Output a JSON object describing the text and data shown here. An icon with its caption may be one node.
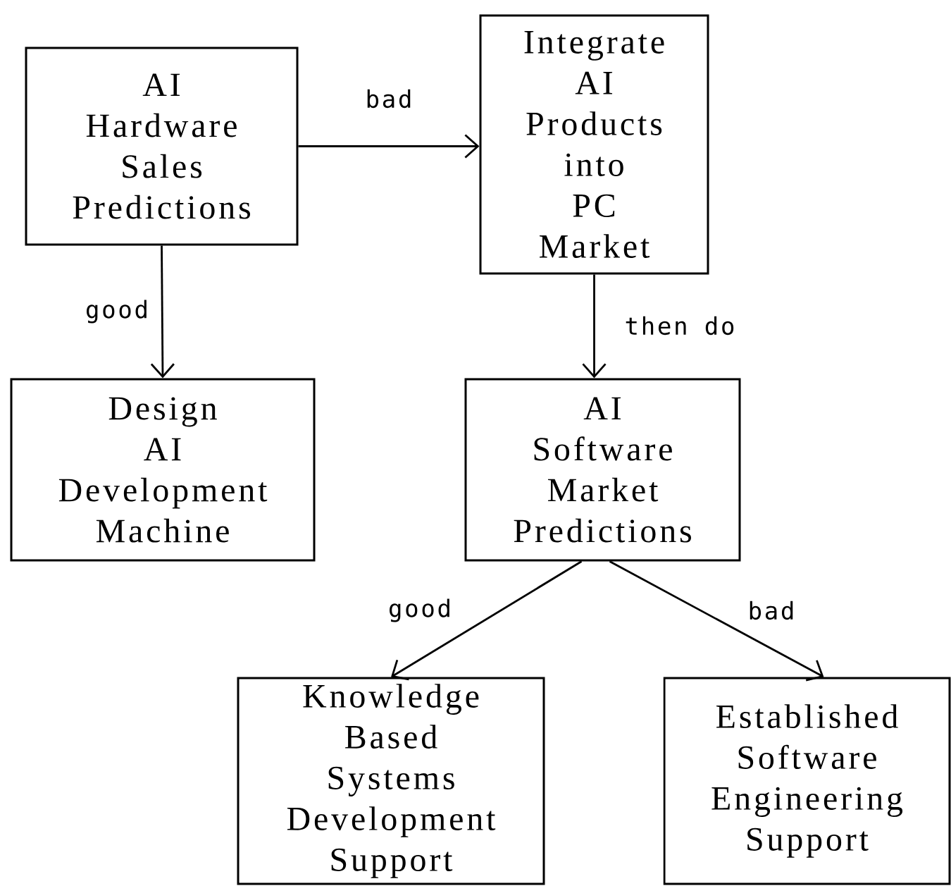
{
  "diagram": {
    "nodes": [
      {
        "text": [
          "AI Hardware Sales Predictions"
        ]
      },
      {
        "text": [
          "Integrate AI Products into PC Market"
        ]
      },
      {
        "text": [
          "Design AI Development Machine"
        ]
      },
      {
        "text": [
          "AI Software Market Predictions"
        ]
      },
      {
        "text": [
          "Knowledge Based Systems Development Support"
        ]
      },
      {
        "text": [
          "Established Software Engineering Support"
        ]
      }
    ],
    "edges": [
      {
        "from": 0,
        "to": 1,
        "arrow": "to",
        "label": "bad"
      },
      {
        "from": 0,
        "to": 2,
        "arrow": "to",
        "label": "good"
      },
      {
        "from": 1,
        "to": 3,
        "arrow": "to",
        "label": "then do"
      },
      {
        "from": 3,
        "to": 4,
        "arrow": "to",
        "label": "good"
      },
      {
        "from": 3,
        "to": 5,
        "arrow": "to",
        "label": "bad"
      }
    ]
  }
}
